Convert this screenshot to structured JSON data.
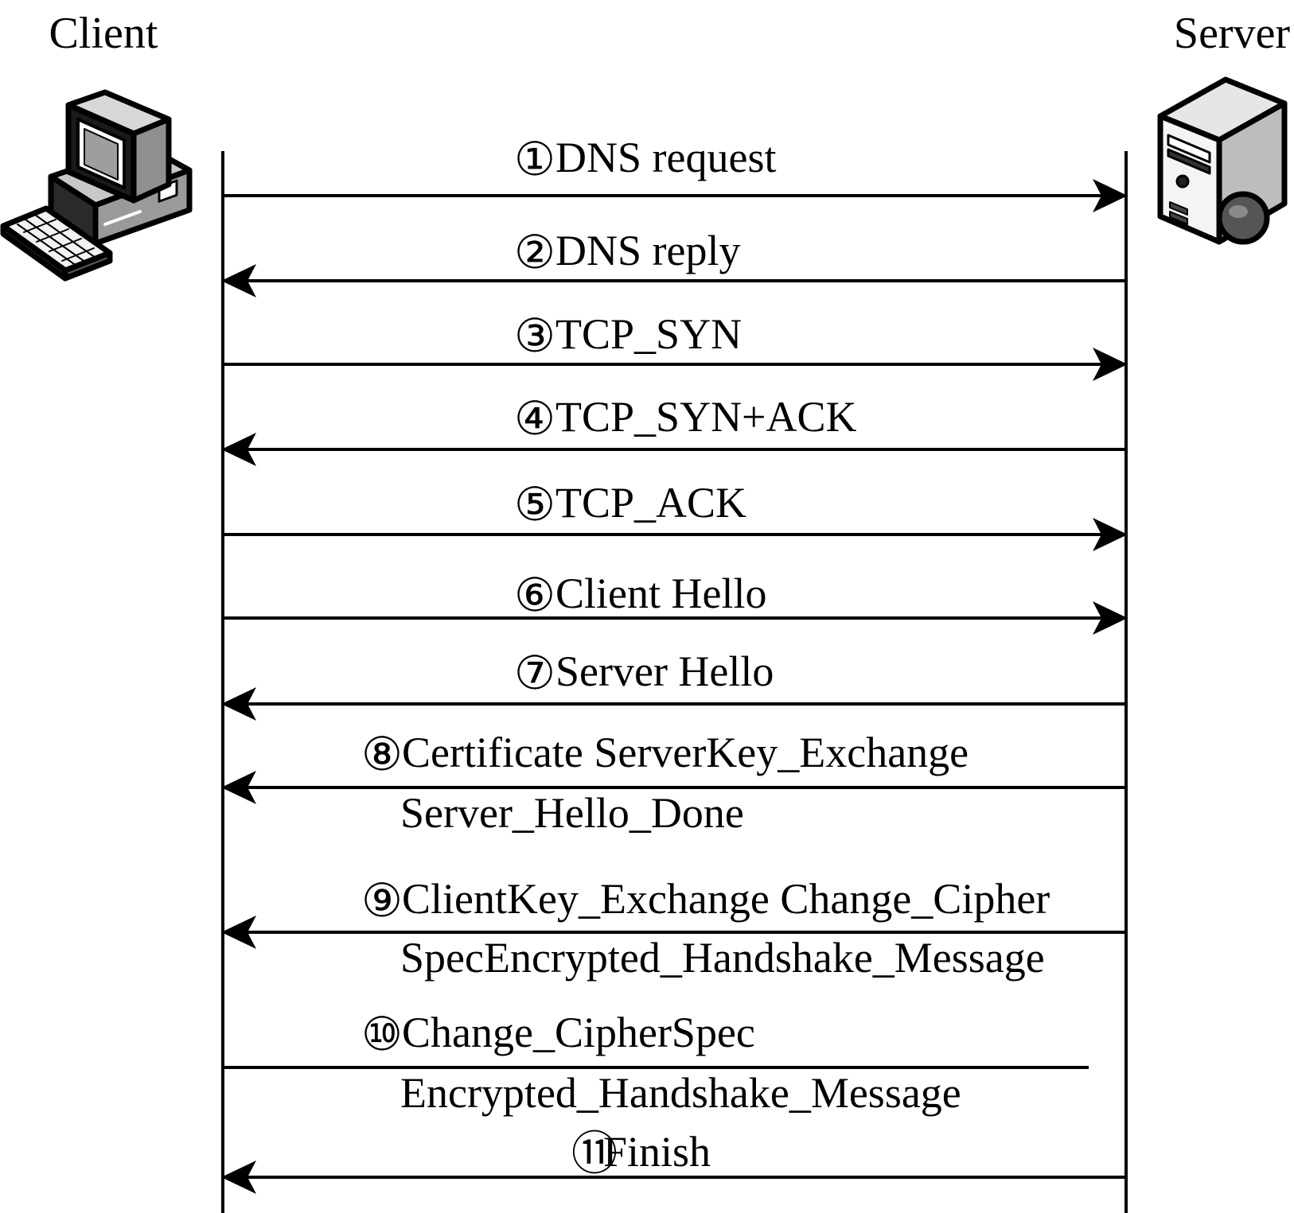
{
  "actors": {
    "client": {
      "label": "Client",
      "icon": "desktop-computer-icon"
    },
    "server": {
      "label": "Server",
      "icon": "server-tower-icon"
    }
  },
  "messages": [
    {
      "num": "①",
      "lines": [
        "DNS request"
      ],
      "direction": "to-server"
    },
    {
      "num": "②",
      "lines": [
        "DNS reply"
      ],
      "direction": "to-client"
    },
    {
      "num": "③",
      "lines": [
        "TCP_SYN"
      ],
      "direction": "to-server"
    },
    {
      "num": "④",
      "lines": [
        "TCP_SYN+ACK"
      ],
      "direction": "to-client"
    },
    {
      "num": "⑤",
      "lines": [
        "TCP_ACK"
      ],
      "direction": "to-server"
    },
    {
      "num": "⑥",
      "lines": [
        "Client Hello"
      ],
      "direction": "to-server"
    },
    {
      "num": "⑦",
      "lines": [
        "Server Hello"
      ],
      "direction": "to-client"
    },
    {
      "num": "⑧",
      "lines": [
        "Certificate ServerKey_Exchange",
        "Server_Hello_Done"
      ],
      "direction": "to-client"
    },
    {
      "num": "⑨",
      "lines": [
        "ClientKey_Exchange Change_Cipher",
        "SpecEncrypted_Handshake_Message"
      ],
      "direction": "to-client"
    },
    {
      "num": "⑩",
      "lines": [
        "Change_CipherSpec",
        "Encrypted_Handshake_Message"
      ],
      "direction": "none"
    },
    {
      "num": "⑪",
      "lines": [
        "Finish"
      ],
      "direction": "to-client"
    }
  ]
}
